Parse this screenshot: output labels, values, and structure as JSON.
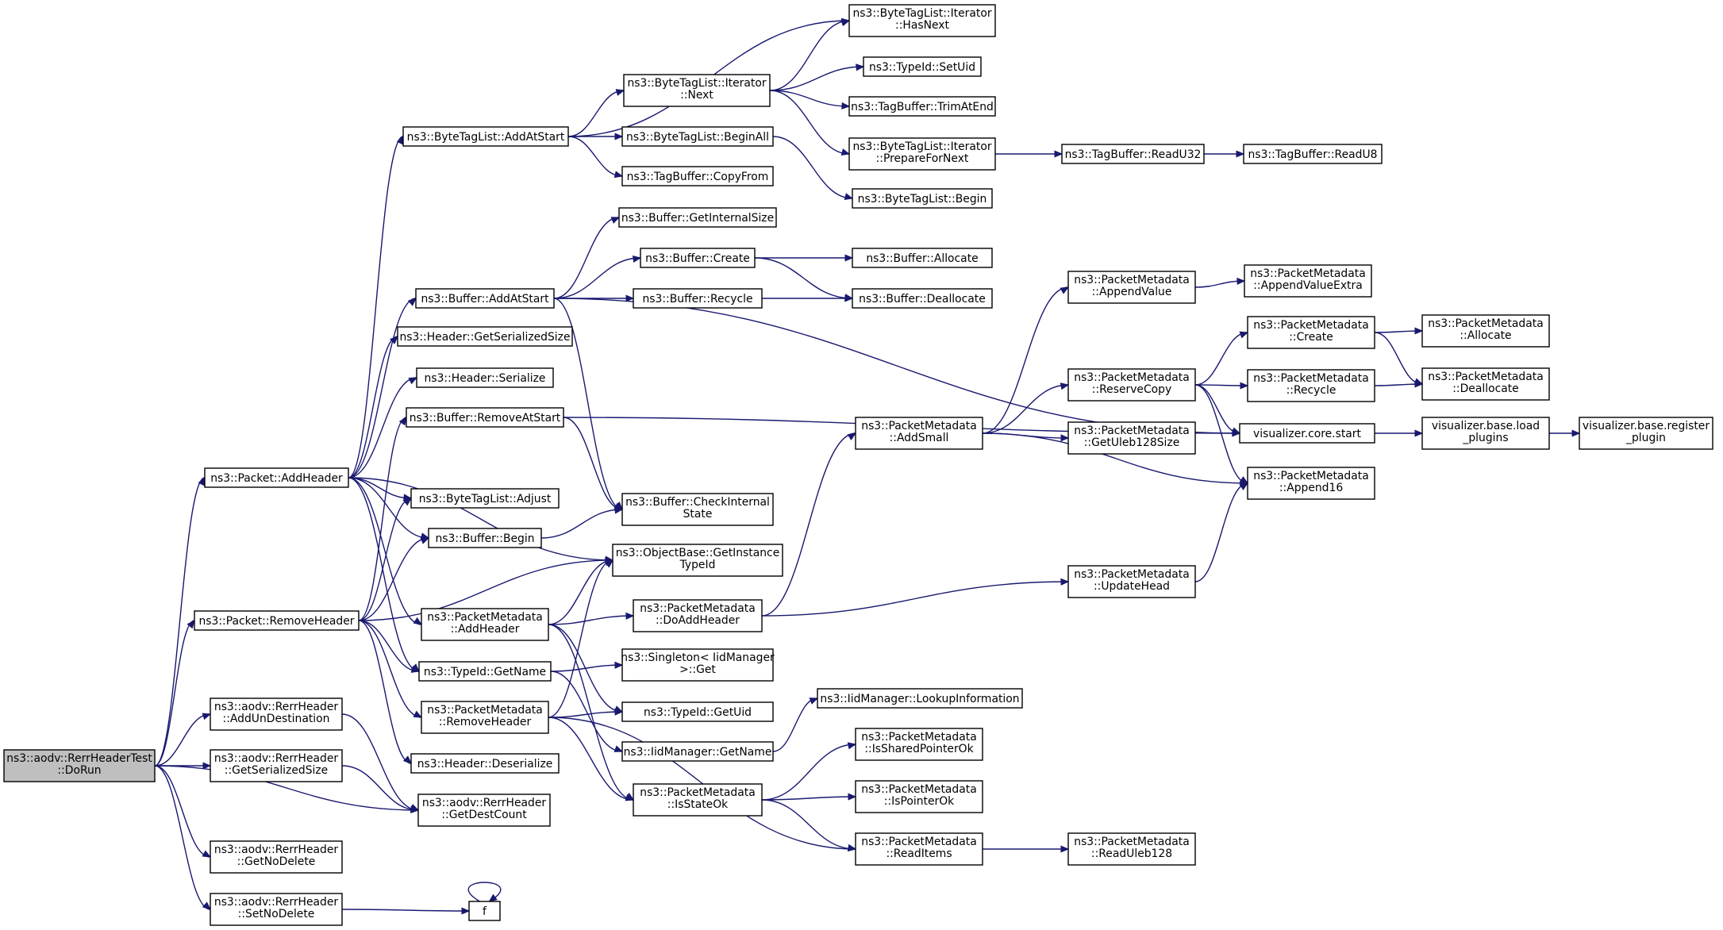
{
  "diagram": {
    "colors": {
      "edge": "#191970",
      "root_fill": "#bfbfbf",
      "node_fill": "#ffffff",
      "node_border": "#000000"
    },
    "nodes": [
      {
        "id": "root",
        "lines": [
          "ns3::aodv::RerrHeaderTest",
          "::DoRun"
        ],
        "root": true
      },
      {
        "id": "pkt_addheader",
        "lines": [
          "ns3::Packet::AddHeader"
        ]
      },
      {
        "id": "pkt_removeheader",
        "lines": [
          "ns3::Packet::RemoveHeader"
        ]
      },
      {
        "id": "rerr_addun",
        "lines": [
          "ns3::aodv::RerrHeader",
          "::AddUnDestination"
        ]
      },
      {
        "id": "rerr_getser",
        "lines": [
          "ns3::aodv::RerrHeader",
          "::GetSerializedSize"
        ]
      },
      {
        "id": "rerr_getdest",
        "lines": [
          "ns3::aodv::RerrHeader",
          "::GetDestCount"
        ]
      },
      {
        "id": "rerr_getnodel",
        "lines": [
          "ns3::aodv::RerrHeader",
          "::GetNoDelete"
        ]
      },
      {
        "id": "rerr_setnodel",
        "lines": [
          "ns3::aodv::RerrHeader",
          "::SetNoDelete"
        ]
      },
      {
        "id": "f",
        "lines": [
          "f"
        ]
      },
      {
        "id": "btl_addatstart",
        "lines": [
          "ns3::ByteTagList::AddAtStart"
        ]
      },
      {
        "id": "btl_iter_hasnext",
        "lines": [
          "ns3::ByteTagList::Iterator",
          "::HasNext"
        ]
      },
      {
        "id": "btl_iter_next",
        "lines": [
          "ns3::ByteTagList::Iterator",
          "::Next"
        ]
      },
      {
        "id": "typeid_setuid",
        "lines": [
          "ns3::TypeId::SetUid"
        ]
      },
      {
        "id": "tagbuf_trim",
        "lines": [
          "ns3::TagBuffer::TrimAtEnd"
        ]
      },
      {
        "id": "btl_iter_prep",
        "lines": [
          "ns3::ByteTagList::Iterator",
          "::PrepareForNext"
        ]
      },
      {
        "id": "tagbuf_readu32",
        "lines": [
          "ns3::TagBuffer::ReadU32"
        ]
      },
      {
        "id": "tagbuf_readu8",
        "lines": [
          "ns3::TagBuffer::ReadU8"
        ]
      },
      {
        "id": "btl_beginall",
        "lines": [
          "ns3::ByteTagList::BeginAll"
        ]
      },
      {
        "id": "tagbuf_copyfrom",
        "lines": [
          "ns3::TagBuffer::CopyFrom"
        ]
      },
      {
        "id": "btl_begin",
        "lines": [
          "ns3::ByteTagList::Begin"
        ]
      },
      {
        "id": "buf_getinternal",
        "lines": [
          "ns3::Buffer::GetInternalSize"
        ]
      },
      {
        "id": "buf_create",
        "lines": [
          "ns3::Buffer::Create"
        ]
      },
      {
        "id": "buf_allocate",
        "lines": [
          "ns3::Buffer::Allocate"
        ]
      },
      {
        "id": "buf_addatstart",
        "lines": [
          "ns3::Buffer::AddAtStart"
        ]
      },
      {
        "id": "buf_recycle",
        "lines": [
          "ns3::Buffer::Recycle"
        ]
      },
      {
        "id": "buf_deallocate",
        "lines": [
          "ns3::Buffer::Deallocate"
        ]
      },
      {
        "id": "hdr_getser",
        "lines": [
          "ns3::Header::GetSerializedSize"
        ]
      },
      {
        "id": "hdr_serialize",
        "lines": [
          "ns3::Header::Serialize"
        ]
      },
      {
        "id": "buf_removeatstart",
        "lines": [
          "ns3::Buffer::RemoveAtStart"
        ]
      },
      {
        "id": "btl_adjust",
        "lines": [
          "ns3::ByteTagList::Adjust"
        ]
      },
      {
        "id": "buf_checkinternal",
        "lines": [
          "ns3::Buffer::CheckInternal",
          "State"
        ]
      },
      {
        "id": "buf_begin",
        "lines": [
          "ns3::Buffer::Begin"
        ]
      },
      {
        "id": "objbase_getinst",
        "lines": [
          "ns3::ObjectBase::GetInstance",
          "TypeId"
        ]
      },
      {
        "id": "pm_addheader",
        "lines": [
          "ns3::PacketMetadata",
          "::AddHeader"
        ]
      },
      {
        "id": "pm_doaddheader",
        "lines": [
          "ns3::PacketMetadata",
          "::DoAddHeader"
        ]
      },
      {
        "id": "typeid_getname",
        "lines": [
          "ns3::TypeId::GetName"
        ]
      },
      {
        "id": "singleton_get",
        "lines": [
          "ns3::Singleton< IidManager",
          ">::Get"
        ]
      },
      {
        "id": "pm_removeheader",
        "lines": [
          "ns3::PacketMetadata",
          "::RemoveHeader"
        ]
      },
      {
        "id": "typeid_getuid",
        "lines": [
          "ns3::TypeId::GetUid"
        ]
      },
      {
        "id": "iid_getname",
        "lines": [
          "ns3::IidManager::GetName"
        ]
      },
      {
        "id": "iid_lookup",
        "lines": [
          "ns3::IidManager::LookupInformation"
        ]
      },
      {
        "id": "hdr_deserialize",
        "lines": [
          "ns3::Header::Deserialize"
        ]
      },
      {
        "id": "pm_isstateok",
        "lines": [
          "ns3::PacketMetadata",
          "::IsStateOk"
        ]
      },
      {
        "id": "pm_issharedptr",
        "lines": [
          "ns3::PacketMetadata",
          "::IsSharedPointerOk"
        ]
      },
      {
        "id": "pm_isptrok",
        "lines": [
          "ns3::PacketMetadata",
          "::IsPointerOk"
        ]
      },
      {
        "id": "pm_readitems",
        "lines": [
          "ns3::PacketMetadata",
          "::ReadItems"
        ]
      },
      {
        "id": "pm_readuleb",
        "lines": [
          "ns3::PacketMetadata",
          "::ReadUleb128"
        ]
      },
      {
        "id": "pm_addsmall",
        "lines": [
          "ns3::PacketMetadata",
          "::AddSmall"
        ]
      },
      {
        "id": "pm_appendvalue",
        "lines": [
          "ns3::PacketMetadata",
          "::AppendValue"
        ]
      },
      {
        "id": "pm_appendvalueextra",
        "lines": [
          "ns3::PacketMetadata",
          "::AppendValueExtra"
        ]
      },
      {
        "id": "pm_reservecopy",
        "lines": [
          "ns3::PacketMetadata",
          "::ReserveCopy"
        ]
      },
      {
        "id": "pm_getuleb",
        "lines": [
          "ns3::PacketMetadata",
          "::GetUleb128Size"
        ]
      },
      {
        "id": "pm_updatehead",
        "lines": [
          "ns3::PacketMetadata",
          "::UpdateHead"
        ]
      },
      {
        "id": "pm_create",
        "lines": [
          "ns3::PacketMetadata",
          "::Create"
        ]
      },
      {
        "id": "pm_recycle",
        "lines": [
          "ns3::PacketMetadata",
          "::Recycle"
        ]
      },
      {
        "id": "pm_allocate",
        "lines": [
          "ns3::PacketMetadata",
          "::Allocate"
        ]
      },
      {
        "id": "pm_deallocate",
        "lines": [
          "ns3::PacketMetadata",
          "::Deallocate"
        ]
      },
      {
        "id": "pm_append16",
        "lines": [
          "ns3::PacketMetadata",
          "::Append16"
        ]
      },
      {
        "id": "vis_core_start",
        "lines": [
          "visualizer.core.start"
        ]
      },
      {
        "id": "vis_base_load",
        "lines": [
          "visualizer.base.load",
          "_plugins"
        ]
      },
      {
        "id": "vis_base_register",
        "lines": [
          "visualizer.base.register",
          "_plugin"
        ]
      }
    ],
    "edges": [
      [
        "root",
        "pkt_addheader"
      ],
      [
        "root",
        "pkt_removeheader"
      ],
      [
        "root",
        "rerr_addun"
      ],
      [
        "root",
        "rerr_getser"
      ],
      [
        "root",
        "rerr_getdest"
      ],
      [
        "root",
        "rerr_getnodel"
      ],
      [
        "root",
        "rerr_setnodel"
      ],
      [
        "rerr_addun",
        "rerr_getdest"
      ],
      [
        "rerr_getser",
        "rerr_getdest"
      ],
      [
        "rerr_setnodel",
        "f"
      ],
      [
        "f",
        "f"
      ],
      [
        "pkt_addheader",
        "btl_addatstart"
      ],
      [
        "pkt_addheader",
        "buf_addatstart"
      ],
      [
        "pkt_addheader",
        "hdr_getser"
      ],
      [
        "pkt_addheader",
        "hdr_serialize"
      ],
      [
        "pkt_addheader",
        "btl_adjust"
      ],
      [
        "pkt_addheader",
        "buf_begin"
      ],
      [
        "pkt_addheader",
        "objbase_getinst"
      ],
      [
        "pkt_addheader",
        "pm_addheader"
      ],
      [
        "pkt_addheader",
        "typeid_getname"
      ],
      [
        "pkt_removeheader",
        "buf_removeatstart"
      ],
      [
        "pkt_removeheader",
        "btl_adjust"
      ],
      [
        "pkt_removeheader",
        "buf_begin"
      ],
      [
        "pkt_removeheader",
        "objbase_getinst"
      ],
      [
        "pkt_removeheader",
        "typeid_getname"
      ],
      [
        "pkt_removeheader",
        "pm_removeheader"
      ],
      [
        "pkt_removeheader",
        "hdr_deserialize"
      ],
      [
        "btl_addatstart",
        "btl_iter_hasnext"
      ],
      [
        "btl_addatstart",
        "btl_iter_next"
      ],
      [
        "btl_addatstart",
        "btl_beginall"
      ],
      [
        "btl_addatstart",
        "tagbuf_copyfrom"
      ],
      [
        "btl_iter_next",
        "btl_iter_hasnext"
      ],
      [
        "btl_iter_next",
        "typeid_setuid"
      ],
      [
        "btl_iter_next",
        "tagbuf_trim"
      ],
      [
        "btl_iter_next",
        "btl_iter_prep"
      ],
      [
        "btl_iter_prep",
        "tagbuf_readu32"
      ],
      [
        "tagbuf_readu32",
        "tagbuf_readu8"
      ],
      [
        "btl_beginall",
        "btl_begin"
      ],
      [
        "buf_addatstart",
        "buf_getinternal"
      ],
      [
        "buf_addatstart",
        "buf_create"
      ],
      [
        "buf_addatstart",
        "buf_recycle"
      ],
      [
        "buf_addatstart",
        "buf_checkinternal"
      ],
      [
        "buf_addatstart",
        "vis_core_start"
      ],
      [
        "buf_create",
        "buf_allocate"
      ],
      [
        "buf_create",
        "buf_deallocate"
      ],
      [
        "buf_recycle",
        "buf_deallocate"
      ],
      [
        "buf_removeatstart",
        "buf_checkinternal"
      ],
      [
        "buf_removeatstart",
        "vis_core_start"
      ],
      [
        "buf_begin",
        "buf_checkinternal"
      ],
      [
        "pm_addheader",
        "objbase_getinst"
      ],
      [
        "pm_addheader",
        "pm_doaddheader"
      ],
      [
        "pm_addheader",
        "typeid_getuid"
      ],
      [
        "pm_addheader",
        "pm_isstateok"
      ],
      [
        "pm_doaddheader",
        "pm_addsmall"
      ],
      [
        "pm_doaddheader",
        "pm_updatehead"
      ],
      [
        "typeid_getname",
        "singleton_get"
      ],
      [
        "typeid_getname",
        "iid_getname"
      ],
      [
        "iid_getname",
        "iid_lookup"
      ],
      [
        "pm_removeheader",
        "objbase_getinst"
      ],
      [
        "pm_removeheader",
        "typeid_getuid"
      ],
      [
        "pm_removeheader",
        "pm_isstateok"
      ],
      [
        "pm_removeheader",
        "pm_readitems"
      ],
      [
        "pm_isstateok",
        "pm_issharedptr"
      ],
      [
        "pm_isstateok",
        "pm_isptrok"
      ],
      [
        "pm_isstateok",
        "pm_readitems"
      ],
      [
        "pm_readitems",
        "pm_readuleb"
      ],
      [
        "pm_addsmall",
        "pm_appendvalue"
      ],
      [
        "pm_addsmall",
        "pm_reservecopy"
      ],
      [
        "pm_addsmall",
        "pm_getuleb"
      ],
      [
        "pm_addsmall",
        "pm_append16"
      ],
      [
        "pm_appendvalue",
        "pm_appendvalueextra"
      ],
      [
        "pm_reservecopy",
        "pm_create"
      ],
      [
        "pm_reservecopy",
        "pm_recycle"
      ],
      [
        "pm_reservecopy",
        "vis_core_start"
      ],
      [
        "pm_reservecopy",
        "pm_append16"
      ],
      [
        "pm_create",
        "pm_allocate"
      ],
      [
        "pm_create",
        "pm_deallocate"
      ],
      [
        "pm_recycle",
        "pm_deallocate"
      ],
      [
        "pm_updatehead",
        "pm_append16"
      ],
      [
        "vis_core_start",
        "vis_base_load"
      ],
      [
        "vis_base_load",
        "vis_base_register"
      ]
    ]
  }
}
